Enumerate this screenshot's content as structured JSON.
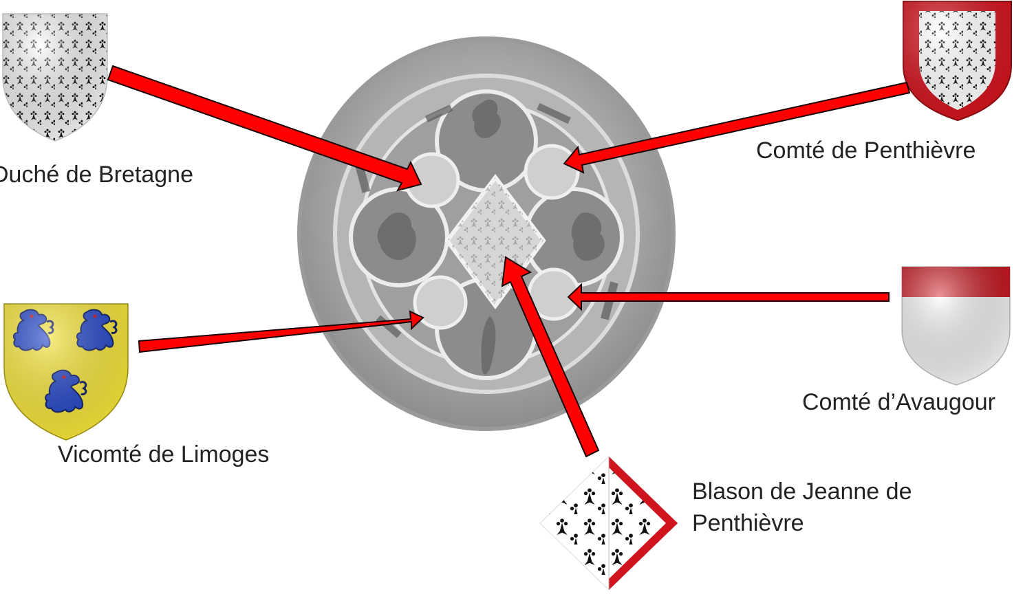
{
  "labels": {
    "bretagne": "Duché de Bretagne",
    "penthievre": "Comté de Penthièvre",
    "limoges": "Vicomté de Limoges",
    "avaugour": "Comté d’Avaugour",
    "jeanne_line1": "Blason de Jeanne de",
    "jeanne_line2": "Penthièvre"
  },
  "colors": {
    "arrow": "#ff0000",
    "arrow_outline": "#1a0000",
    "gules": "#d0141e",
    "or": "#f5e43a",
    "azure": "#2346c8",
    "argent": "#ffffff",
    "seal": "#a9a9a9"
  }
}
